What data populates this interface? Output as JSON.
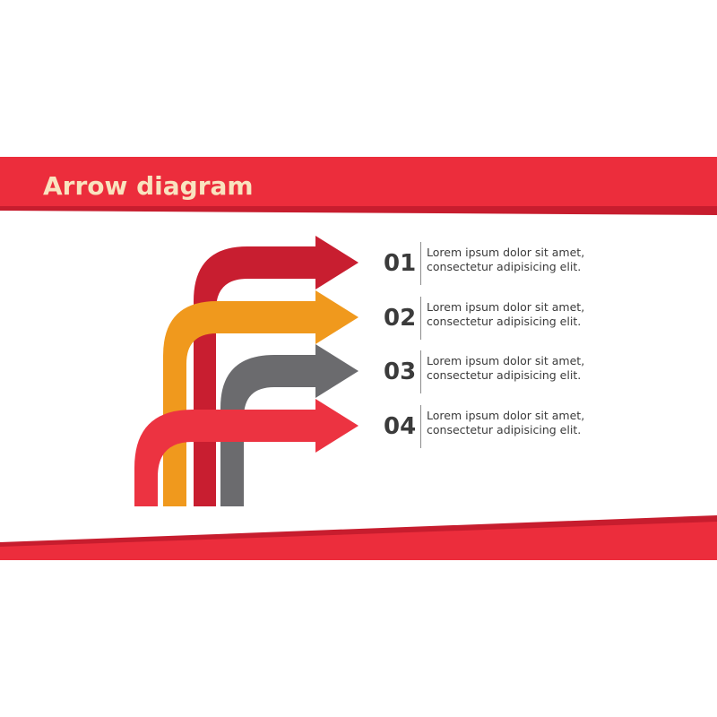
{
  "title": "Arrow diagram",
  "colors": {
    "banner": "#ec2d3c",
    "banner_dark": "#c71d2e",
    "title_text": "#f9e3bf",
    "arrow_1": "#c81e30",
    "arrow_2": "#f0991d",
    "arrow_3": "#6b6b6e",
    "arrow_4": "#ec3341",
    "text": "#3b3b3b"
  },
  "items": [
    {
      "number": "01",
      "line1": "Lorem ipsum dolor sit amet,",
      "line2": "consectetur adipisicing elit.",
      "color_key": "arrow_1"
    },
    {
      "number": "02",
      "line1": "Lorem ipsum dolor sit amet,",
      "line2": "consectetur adipisicing elit.",
      "color_key": "arrow_2"
    },
    {
      "number": "03",
      "line1": "Lorem ipsum dolor sit amet,",
      "line2": "consectetur adipisicing elit.",
      "color_key": "arrow_3"
    },
    {
      "number": "04",
      "line1": "Lorem ipsum dolor sit amet,",
      "line2": "consectetur adipisicing elit.",
      "color_key": "arrow_4"
    }
  ]
}
